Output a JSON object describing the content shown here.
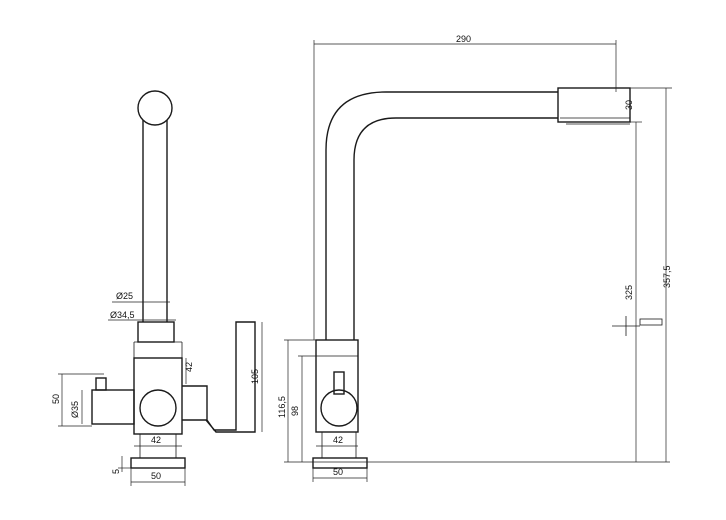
{
  "dimensions": {
    "d25": "Ø25",
    "d34_5": "Ø34,5",
    "d35": "Ø35",
    "d42_side": "42",
    "d50_left": "50",
    "d42_front": "42",
    "d5": "5",
    "d50_base_front": "50",
    "d105": "105",
    "d290": "290",
    "d30": "30",
    "d325": "325",
    "d357_5": "357,5",
    "d116_5": "116,5",
    "d98": "98",
    "d42_side_base": "42",
    "d50_base_side": "50"
  },
  "colors": {
    "line": "#1a1a1a",
    "background": "#ffffff"
  }
}
